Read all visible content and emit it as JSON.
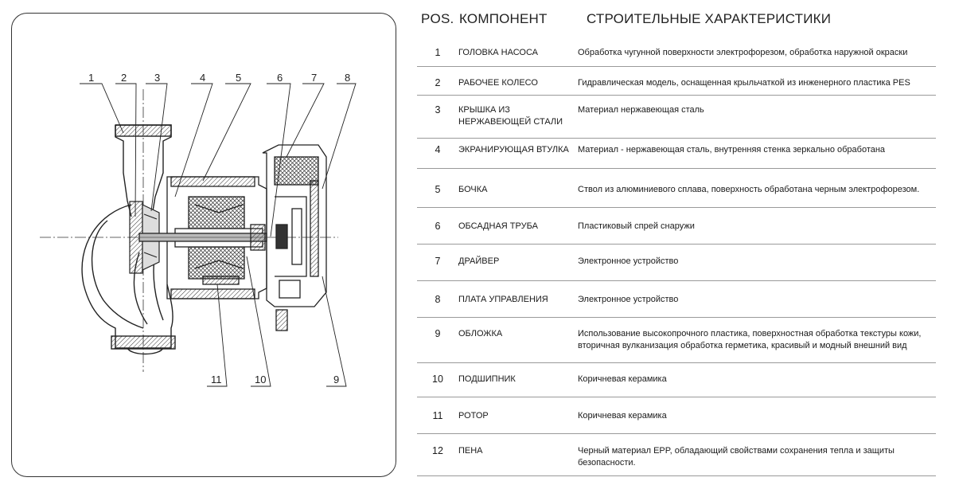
{
  "header": {
    "pos": "POS.",
    "component": "КОМПОНЕНТ",
    "spec": "СТРОИТЕЛЬНЫЕ ХАРАКТЕРИСТИКИ"
  },
  "drawing": {
    "callouts_top": [
      "1",
      "2",
      "3",
      "4",
      "5",
      "6",
      "7",
      "8"
    ],
    "callouts_bottom": [
      "11",
      "10",
      "9"
    ]
  },
  "rows": [
    {
      "pos": "1",
      "component": "ГОЛОВКА НАСОСА",
      "spec": "Обработка чугунной поверхности электрофорезом, обработка наружной окраски"
    },
    {
      "pos": "2",
      "component": "РАБОЧЕЕ КОЛЕСО",
      "spec": "Гидравлическая модель, оснащенная крыльчаткой из инженерного пластика PES"
    },
    {
      "pos": "3",
      "component": "КРЫШКА ИЗ НЕРЖАВЕЮЩЕЙ СТАЛИ",
      "spec": "Материал нержавеющая сталь"
    },
    {
      "pos": "4",
      "component": "ЭКРАНИРУЮЩАЯ ВТУЛКА",
      "spec": "Материал - нержавеющая сталь, внутренняя стенка зеркально обработана"
    },
    {
      "pos": "5",
      "component": "БОЧКА",
      "spec": "Ствол из алюминиевого сплава, поверхность обработана черным электрофорезом."
    },
    {
      "pos": "6",
      "component": "ОБСАДНАЯ ТРУБА",
      "spec": "Пластиковый спрей снаружи"
    },
    {
      "pos": "7",
      "component": "ДРАЙВЕР",
      "spec": "Электронное устройство"
    },
    {
      "pos": "8",
      "component": "ПЛАТА УПРАВЛЕНИЯ",
      "spec": "Электронное устройство"
    },
    {
      "pos": "9",
      "component": "ОБЛОЖКА",
      "spec": "Использование высокопрочного пластика, поверхностная обработка текстуры кожи, вторичная вулканизация обработка герметика, красивый и модный внешний вид"
    },
    {
      "pos": "10",
      "component": "ПОДШИПНИК",
      "spec": "Коричневая керамика"
    },
    {
      "pos": "11",
      "component": "РОТОР",
      "spec": "Коричневая керамика"
    },
    {
      "pos": "12",
      "component": "ПЕНА",
      "spec": "Черный материал EPP, обладающий свойствами сохранения тепла и защиты безопасности."
    }
  ]
}
